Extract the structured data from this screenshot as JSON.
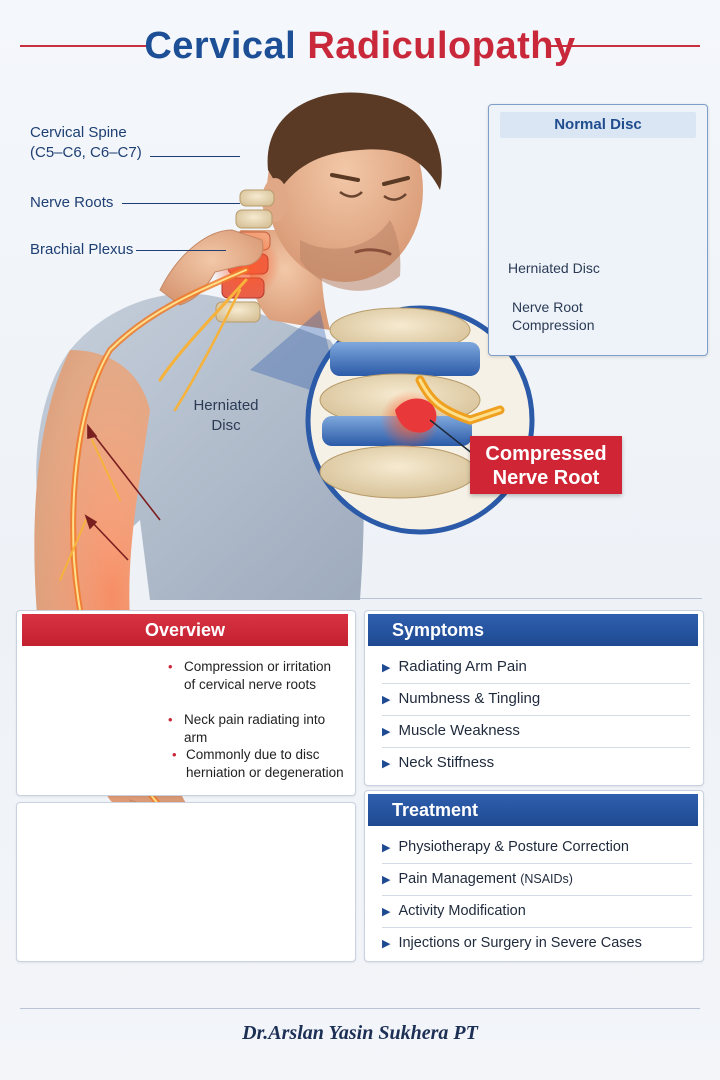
{
  "title": {
    "part1": "Cervical",
    "part2": "Radiculopathy"
  },
  "labels": {
    "cervical_spine_1": "Cervical Spine",
    "cervical_spine_2": "(C5–C6, C6–C7)",
    "nerve_roots": "Nerve Roots",
    "brachial_plexus": "Brachial Plexus",
    "herniated_disc_1": "Herniated",
    "herniated_disc_2": "Disc",
    "compressed_1": "Compressed",
    "compressed_2": "Nerve Root"
  },
  "normal_disc_panel": {
    "heading": "Normal Disc",
    "herniated": "Herniated Disc",
    "compression_1": "Nerve Root",
    "compression_2": "Compression"
  },
  "overview": {
    "heading": "Overview",
    "items": [
      {
        "line1": "Compression or irritation",
        "line2": "of cervical nerve roots"
      },
      {
        "line1": "Neck pain radiating into arm",
        "line2": ""
      },
      {
        "line1": "Commonly due to disc",
        "line2": "herniation or degeneration"
      }
    ]
  },
  "symptoms": {
    "heading": "Symptoms",
    "items": [
      "Radiating Arm Pain",
      "Numbness & Tingling",
      "Muscle Weakness",
      "Neck Stiffness"
    ]
  },
  "treatment": {
    "heading": "Treatment",
    "items": [
      {
        "main": "Physiotherapy & Posture Correction",
        "note": ""
      },
      {
        "main": "Pain Management ",
        "note": "(NSAIDs)"
      },
      {
        "main": "Activity Modification",
        "note": ""
      },
      {
        "main": "Injections or Surgery in Severe Cases",
        "note": ""
      }
    ]
  },
  "footer": "Dr.Arslan Yasin Sukhera PT",
  "colors": {
    "brand_blue": "#1c4f95",
    "brand_red": "#c8283a",
    "nerve_orange": "#f07a2a"
  }
}
